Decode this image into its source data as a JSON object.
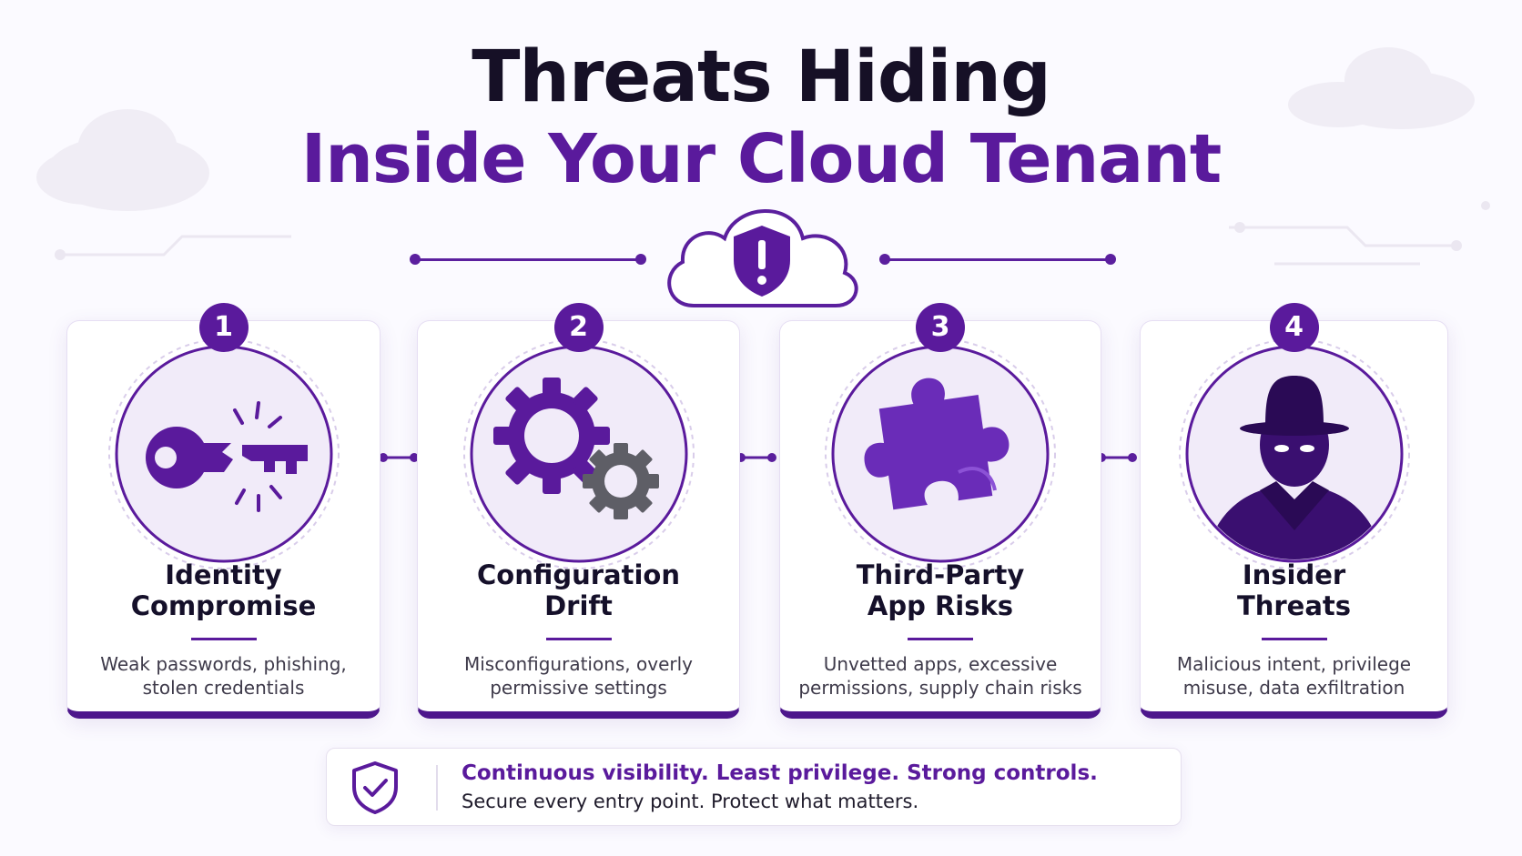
{
  "title": {
    "line1": "Threats Hiding",
    "line2": "Inside Your Cloud Tenant"
  },
  "colors": {
    "primary": "#5a1a9c",
    "dark": "#161026",
    "accent_light": "#efe7fa",
    "gear_gray": "#5e5e66"
  },
  "center_icon": "cloud-shield-alert-icon",
  "cards": [
    {
      "number": "1",
      "title_lines": [
        "Identity",
        "Compromise"
      ],
      "desc_lines": [
        "Weak passwords, phishing,",
        "stolen credentials"
      ],
      "icon": "broken-key-icon"
    },
    {
      "number": "2",
      "title_lines": [
        "Configuration",
        "Drift"
      ],
      "desc_lines": [
        "Misconfigurations, overly",
        "permissive settings"
      ],
      "icon": "gears-icon"
    },
    {
      "number": "3",
      "title_lines": [
        "Third-Party",
        "App Risks"
      ],
      "desc_lines": [
        "Unvetted apps, excessive",
        "permissions, supply chain risks"
      ],
      "icon": "puzzle-piece-icon"
    },
    {
      "number": "4",
      "title_lines": [
        "Insider",
        "Threats"
      ],
      "desc_lines": [
        "Malicious intent, privilege",
        "misuse, data exfiltration"
      ],
      "icon": "hooded-figure-icon"
    }
  ],
  "banner": {
    "line1": "Continuous visibility. Least privilege. Strong controls.",
    "line2": "Secure every entry point. Protect what matters.",
    "icon": "shield-check-icon"
  }
}
